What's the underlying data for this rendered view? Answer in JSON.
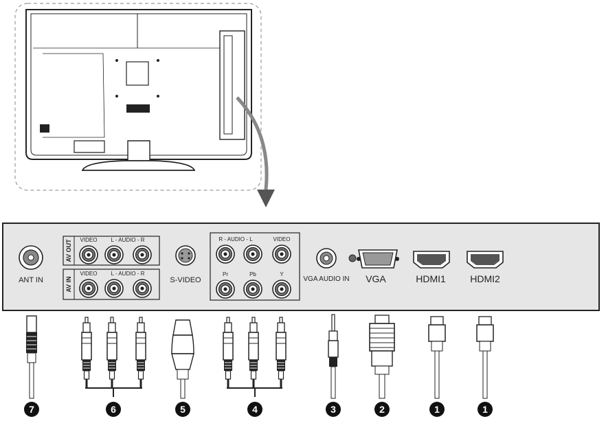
{
  "panel": {
    "ant_in": "ANT IN",
    "av_out": "AV OUT",
    "av_in": "AV IN",
    "video": "VIDEO",
    "audio_lr": "L - AUDIO - R",
    "audio_rl": "R - AUDIO - L",
    "s_video": "S-VIDEO",
    "pr": "Pr",
    "pb": "Pb",
    "y": "Y",
    "vga_audio_in": "VGA AUDIO IN",
    "vga": "VGA",
    "hdmi1": "HDMI1",
    "hdmi2": "HDMI2"
  },
  "callouts": [
    "7",
    "6",
    "5",
    "4",
    "3",
    "2",
    "1",
    "1"
  ],
  "colors": {
    "panel_fill": "#e6e6e6",
    "line": "#222222",
    "badge": "#111111",
    "dash": "#9a9a9a"
  }
}
